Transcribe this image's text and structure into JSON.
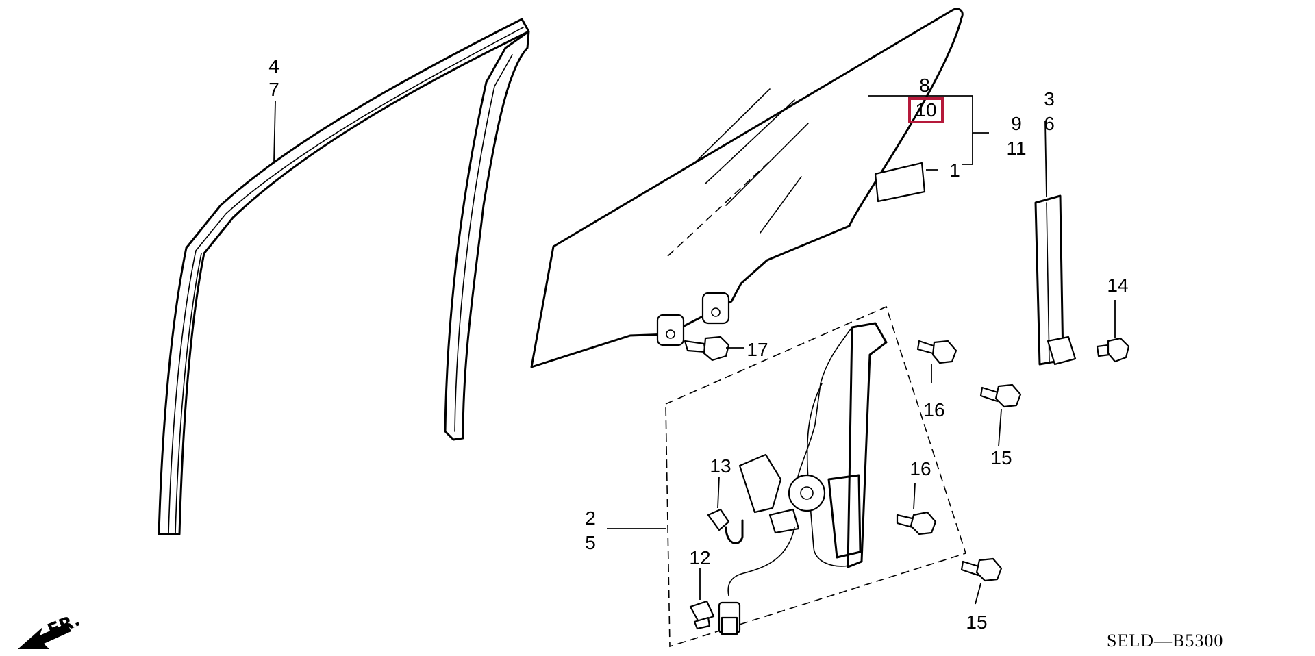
{
  "diagram": {
    "code": "SELD—B5300",
    "direction_label": "FR.",
    "highlighted_part": "10",
    "highlight_color": "#b5193a",
    "callouts": {
      "c1": "1",
      "c2": "2",
      "c3": "3",
      "c4": "4",
      "c5": "5",
      "c6": "6",
      "c7": "7",
      "c8": "8",
      "c9": "9",
      "c10": "10",
      "c11": "11",
      "c12": "12",
      "c13": "13",
      "c14": "14",
      "c15a": "15",
      "c15b": "15",
      "c16a": "16",
      "c16b": "16",
      "c17": "17"
    }
  }
}
